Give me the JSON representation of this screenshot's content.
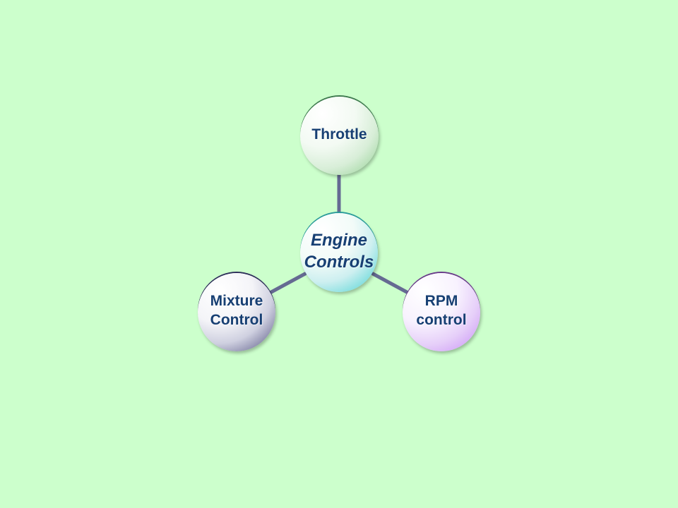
{
  "colors": {
    "background": "#ccffcc",
    "connector": "#656a92",
    "label_text": "#173f73",
    "center_accent": "#3fd0d0",
    "throttle_accent": "#8fcf8f",
    "mixture_accent": "#4a4a7a",
    "rpm_accent": "#c58af5"
  },
  "diagram": {
    "center": {
      "label": "Engine\nControls"
    },
    "nodes": [
      {
        "label": "Throttle"
      },
      {
        "label": "Mixture\nControl"
      },
      {
        "label": "RPM\ncontrol"
      }
    ]
  }
}
